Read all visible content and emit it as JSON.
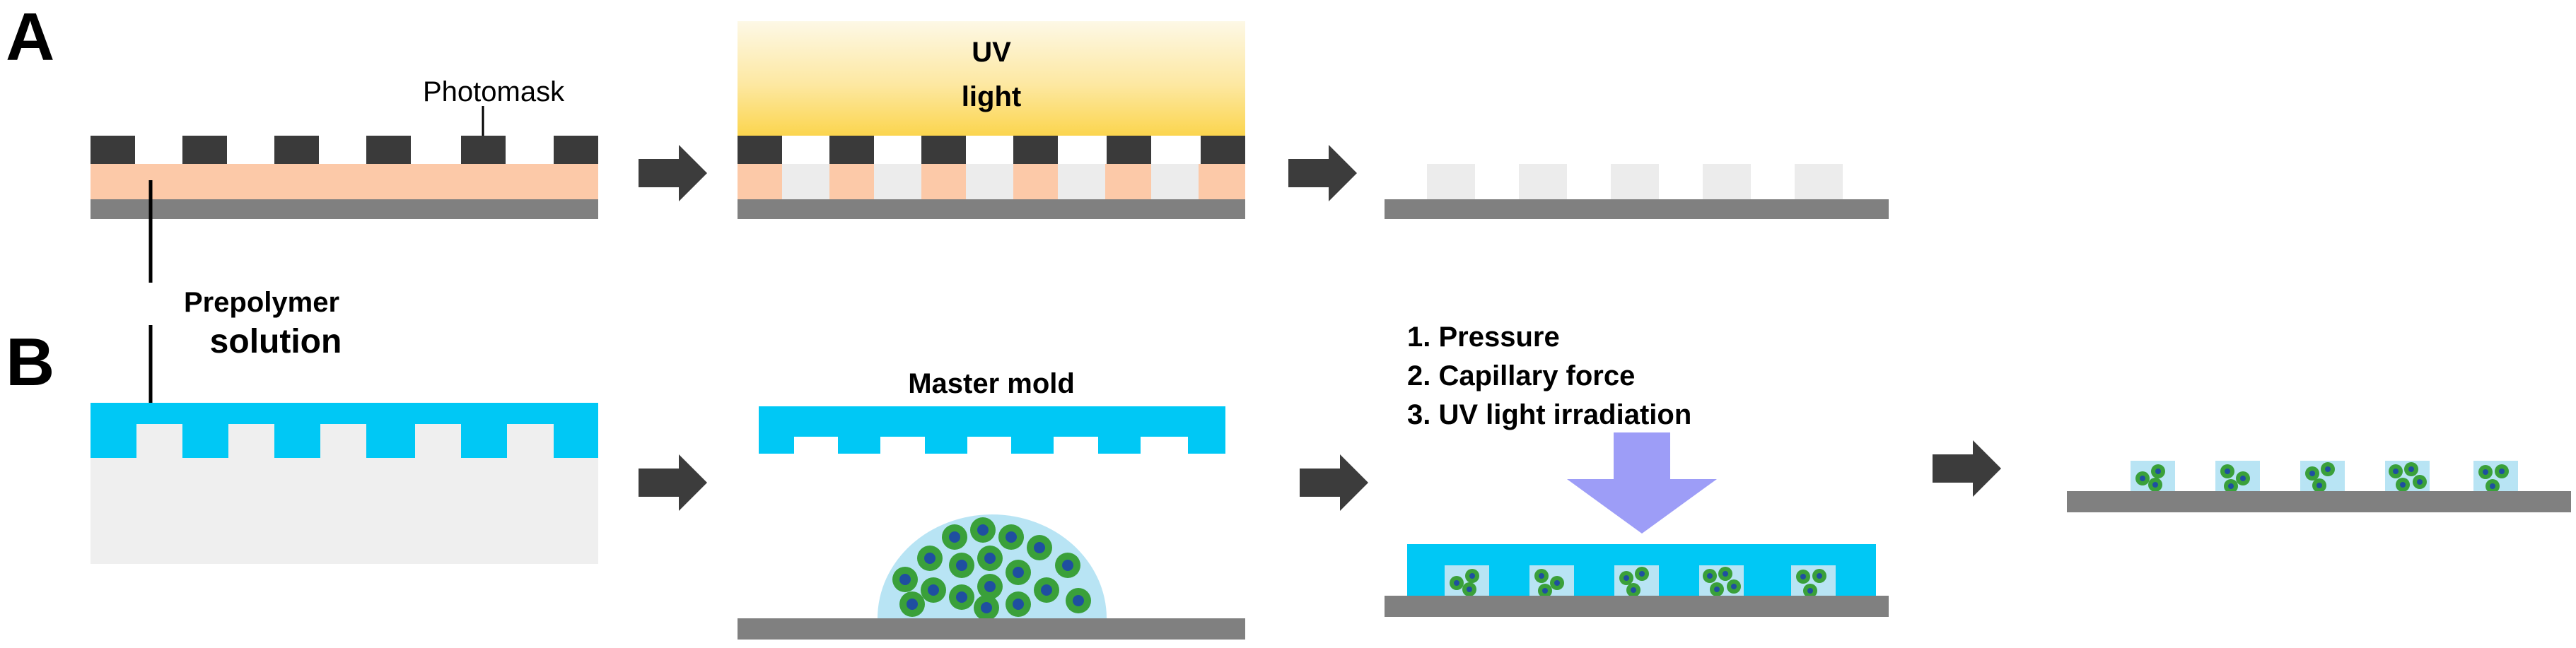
{
  "panel_a": {
    "letter": "A",
    "photomask_label": "Photomask",
    "uv_label_line1": "UV",
    "uv_label_line2": "light"
  },
  "panel_b": {
    "letter": "B",
    "prepolymer_line1": "Prepolymer",
    "prepolymer_line2": "solution",
    "master_mold_label": "Master mold",
    "steps": [
      "1.  Pressure",
      "2.  Capillary force",
      "3.  UV light irradiation"
    ]
  },
  "colors": {
    "substrate": "#808080",
    "photomask": "#3a3a3a",
    "prepolymer_film": "#fcc9a8",
    "cured_polymer": "#ececec",
    "pdms_mold": "#00c8f5",
    "master_body": "#efefef",
    "uv_glow": "#fbd54e",
    "pressure_arrow": "#9d9df7",
    "cell_green": "#3aa03a",
    "cell_nucleus": "#1f4fa0",
    "droplet": "#b8e4f4",
    "process_arrow": "#3c3c3c"
  }
}
